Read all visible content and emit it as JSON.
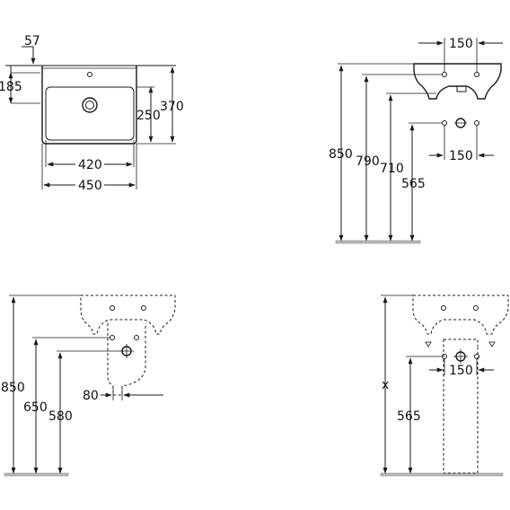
{
  "top_view": {
    "dim_overhang": "57",
    "dim_tap_depth": "185",
    "dim_bowl_inner_depth": "250",
    "dim_total_depth": "370",
    "dim_bowl_inner_width": "420",
    "dim_total_width": "450"
  },
  "front_view": {
    "dim_fixing_spacing": "150",
    "dim_rim_height": "850",
    "dim_fixing_height": "790",
    "dim_waste_height": "710",
    "dim_supply_height": "565",
    "dim_supply_spacing": "150"
  },
  "side_view": {
    "dim_rim_height": "850",
    "dim_fixing_height": "650",
    "dim_waste_height": "580",
    "dim_projection": "80"
  },
  "pedestal_view": {
    "dim_variable_height": "x",
    "dim_supply_height": "565",
    "dim_supply_spacing": "150"
  }
}
